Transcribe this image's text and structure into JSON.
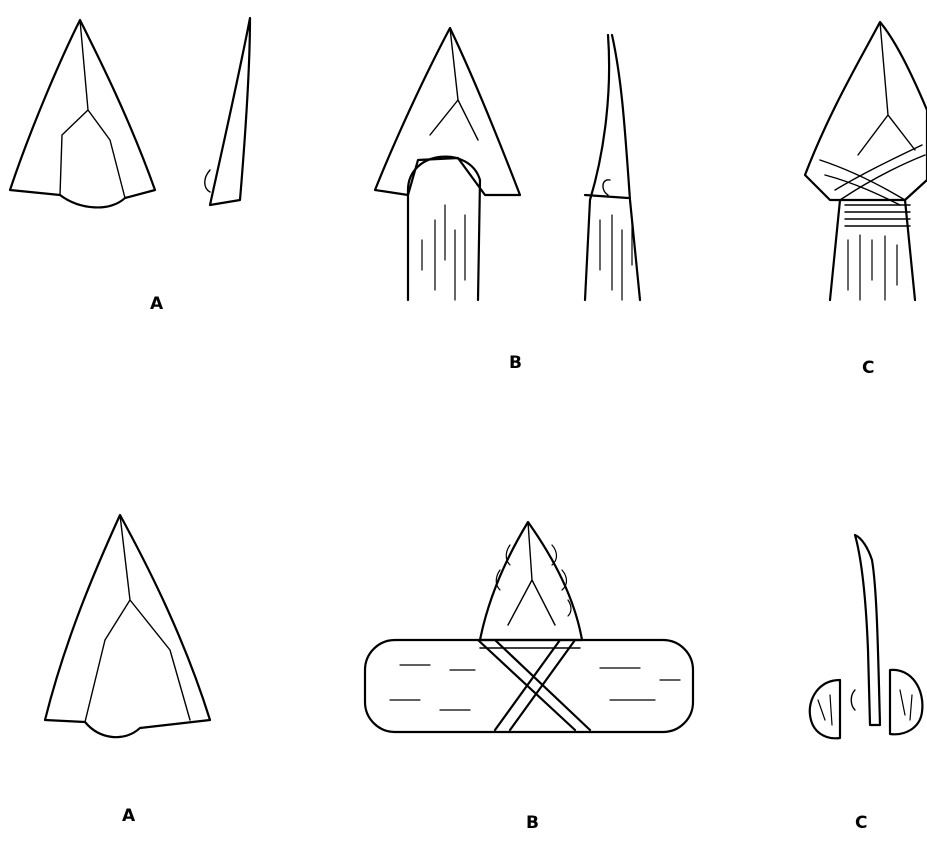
{
  "figure": {
    "top_row": {
      "label_a": "A",
      "label_b": "B",
      "label_c": "C"
    },
    "bottom_row": {
      "label_a": "A",
      "label_b": "B",
      "label_c": "C"
    }
  }
}
